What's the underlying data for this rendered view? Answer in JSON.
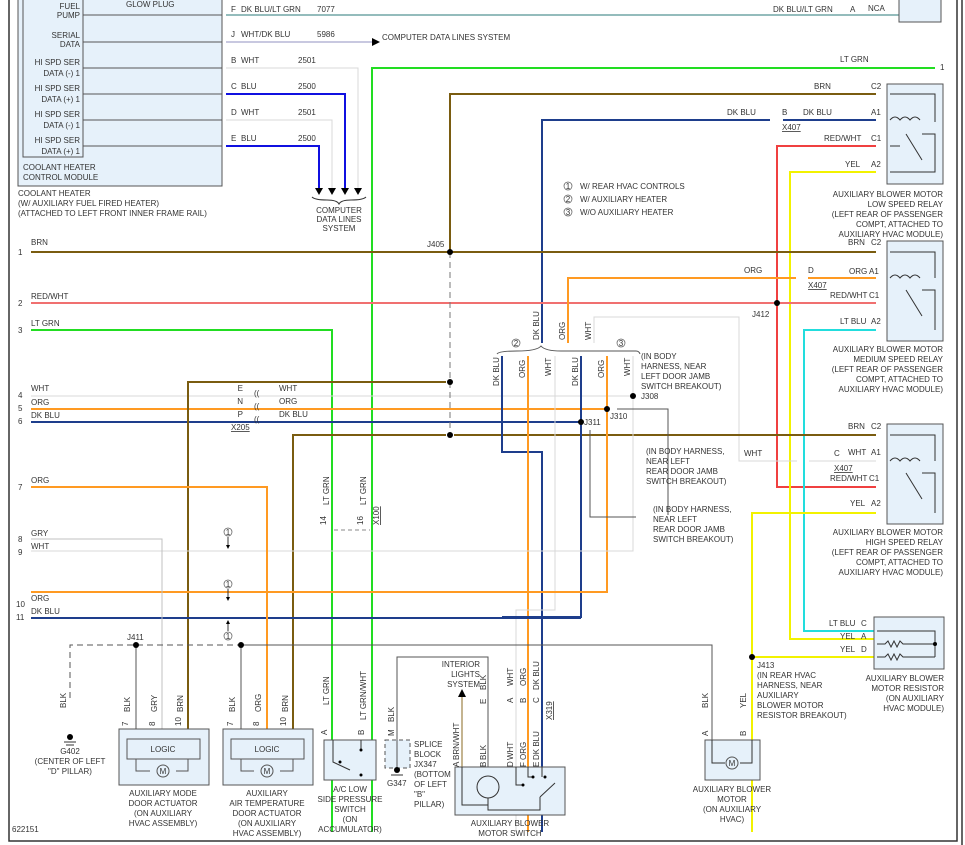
{
  "figure_id": "622151",
  "colors": {
    "brn": "#7a5c10",
    "red_wht": "#f07070",
    "red": "#e02020",
    "lt_grn": "#22dd22",
    "wht": "#d8d8d8",
    "org": "#ff9a22",
    "dk_blu": "#1e3e8c",
    "blu": "#1010e0",
    "gry": "#c0c0c0",
    "yel": "#f2f200",
    "lt_blu": "#22dddd",
    "blk": "#555555",
    "dk_blu_lt_grn": "#2a7a7a"
  },
  "coolant_heater": {
    "pins": [
      "FUEL",
      "PUMP",
      "SERIAL",
      "DATA",
      "HI SPD SER",
      "DATA (-) 1",
      "HI SPD SER",
      "DATA (+) 1",
      "HI SPD SER",
      "DATA (-) 1",
      "HI SPD SER",
      "DATA (+) 1"
    ],
    "glow_plug": "GLOW PLUG",
    "module_label": [
      "COOLANT HEATER",
      "CONTROL MODULE"
    ],
    "caption": [
      "COOLANT HEATER",
      "(W/ AUXILIARY FUEL FIRED HEATER)",
      "(ATTACHED TO LEFT FRONT INNER FRAME RAIL)"
    ],
    "circuits": [
      {
        "pin": "F",
        "color": "DK BLU/LT GRN",
        "circuit": "7077"
      },
      {
        "pin": "J",
        "color": "WHT/DK BLU",
        "circuit": "5986"
      },
      {
        "pin": "B",
        "color": "WHT",
        "circuit": "2501"
      },
      {
        "pin": "C",
        "color": "BLU",
        "circuit": "2500"
      },
      {
        "pin": "D",
        "color": "WHT",
        "circuit": "2501"
      },
      {
        "pin": "E",
        "color": "BLU",
        "circuit": "2500"
      }
    ],
    "computer_data_lines": "COMPUTER DATA LINES SYSTEM",
    "computer_data_lines_2": [
      "COMPUTER",
      "DATA LINES",
      "SYSTEM"
    ]
  },
  "top_right": {
    "wire": "DK BLU/LT GRN",
    "pin": "A",
    "nca": "NCA"
  },
  "legend": [
    {
      "num": "1",
      "text": "W/ REAR HVAC CONTROLS"
    },
    {
      "num": "2",
      "text": "W/ AUXILIARY HEATER"
    },
    {
      "num": "3",
      "text": "W/O AUXILIARY HEATER"
    }
  ],
  "left_wires": [
    {
      "num": "1",
      "color": "BRN"
    },
    {
      "num": "2",
      "color": "RED/WHT"
    },
    {
      "num": "3",
      "color": "LT GRN"
    },
    {
      "num": "4",
      "color": "WHT"
    },
    {
      "num": "5",
      "color": "ORG"
    },
    {
      "num": "6",
      "color": "DK BLU"
    },
    {
      "num": "7",
      "color": "ORG"
    },
    {
      "num": "8",
      "color": "GRY"
    },
    {
      "num": "9",
      "color": "WHT"
    },
    {
      "num": "10",
      "color": "ORG"
    },
    {
      "num": "11",
      "color": "DK BLU"
    }
  ],
  "right_ltgrn": {
    "color": "LT GRN",
    "num": "1"
  },
  "x205": {
    "id": "X205",
    "pins": [
      "E",
      "N",
      "P"
    ],
    "colors": [
      "WHT",
      "ORG",
      "DK BLU"
    ]
  },
  "splices": {
    "j405": "J405",
    "j412": "J412",
    "j308": "J308",
    "j310": "J310",
    "j311": "J311",
    "j411": "J411",
    "j413": "J413"
  },
  "vertical_labels": {
    "g2": [
      "DK BLU",
      "ORG",
      "WHT"
    ],
    "top": [
      "DK BLU",
      "ORG",
      "WHT"
    ],
    "g3": [
      "DK BLU",
      "ORG",
      "WHT"
    ]
  },
  "notes": {
    "door_jamb": [
      "(IN BODY",
      "HARNESS, NEAR",
      "LEFT DOOR JAMB",
      "SWITCH BREAKOUT)"
    ],
    "rear_jamb_1": [
      "(IN BODY HARNESS,",
      "NEAR LEFT",
      "REAR DOOR JAMB",
      "SWITCH BREAKOUT)"
    ],
    "rear_jamb_2": [
      "(IN BODY HARNESS,",
      "NEAR LEFT",
      "REAR DOOR JAMB",
      "SWITCH BREAKOUT)"
    ],
    "j413": [
      "(IN REAR HVAC",
      "HARNESS, NEAR",
      "AUXILIARY",
      "BLOWER MOTOR",
      "RESISTOR BREAKOUT)"
    ]
  },
  "relays": [
    {
      "name": [
        "AUXILIARY BLOWER MOTOR",
        "LOW SPEED RELAY",
        "(LEFT REAR OF PASSENGER",
        "COMPT, ATTACHED TO",
        "AUXILIARY HVAC MODULE)"
      ],
      "pins": [
        {
          "color": "BRN",
          "pin": "C2"
        },
        {
          "color": "DK BLU",
          "pin": "A1"
        },
        {
          "color": "RED/WHT",
          "pin": "C1"
        },
        {
          "color": "YEL",
          "pin": "A2"
        }
      ],
      "inline": {
        "color": "DK BLU",
        "pin": "B",
        "conn": "X407"
      }
    },
    {
      "name": [
        "AUXILIARY BLOWER MOTOR",
        "MEDIUM SPEED RELAY",
        "(LEFT REAR OF PASSENGER",
        "COMPT, ATTACHED TO",
        "AUXILIARY HVAC MODULE)"
      ],
      "pins": [
        {
          "color": "BRN",
          "pin": "C2"
        },
        {
          "color": "ORG",
          "pin": "A1"
        },
        {
          "color": "RED/WHT",
          "pin": "C1"
        },
        {
          "color": "LT BLU",
          "pin": "A2"
        }
      ],
      "inline": {
        "color": "ORG",
        "pin": "D",
        "conn": "X407"
      }
    },
    {
      "name": [
        "AUXILIARY BLOWER MOTOR",
        "HIGH SPEED RELAY",
        "(LEFT REAR OF PASSENGER",
        "COMPT, ATTACHED TO",
        "AUXILIARY HVAC MODULE)"
      ],
      "pins": [
        {
          "color": "BRN",
          "pin": "C2"
        },
        {
          "color": "WHT",
          "pin": "A1"
        },
        {
          "color": "RED/WHT",
          "pin": "C1"
        },
        {
          "color": "YEL",
          "pin": "A2"
        }
      ],
      "inline": {
        "color": "WHT",
        "pin": "C",
        "conn": "X407"
      }
    }
  ],
  "resistor": {
    "name": [
      "AUXILIARY BLOWER",
      "MOTOR RESISTOR",
      "(ON AUXILIARY",
      "HVAC MODULE)"
    ],
    "pins": [
      {
        "color": "LT BLU",
        "pin": "C"
      },
      {
        "color": "YEL",
        "pin": "A"
      },
      {
        "color": "YEL",
        "pin": "D"
      }
    ]
  },
  "x100": {
    "id": "X100",
    "pins": [
      "14",
      "16"
    ],
    "colors": [
      "LT GRN",
      "LT GRN"
    ]
  },
  "mode_actuator": {
    "name": [
      "AUXILIARY MODE",
      "DOOR ACTUATOR",
      "(ON AUXILIARY",
      "HVAC ASSEMBLY)"
    ],
    "logic": "LOGIC",
    "motor": "M",
    "pins": [
      {
        "pin": "7",
        "color": "BLK"
      },
      {
        "pin": "8",
        "color": "GRY"
      },
      {
        "pin": "10",
        "color": "BRN"
      }
    ]
  },
  "temp_actuator": {
    "name": [
      "AUXILIARY",
      "AIR TEMPERATURE",
      "DOOR ACTUATOR",
      "(ON AUXILIARY",
      "HVAC ASSEMBLY)"
    ],
    "logic": "LOGIC",
    "motor": "M",
    "pins": [
      {
        "pin": "7",
        "color": "BLK"
      },
      {
        "pin": "8",
        "color": "ORG"
      },
      {
        "pin": "10",
        "color": "BRN"
      }
    ]
  },
  "ground_g402": {
    "id": "G402",
    "wire": "BLK",
    "loc": [
      "(CENTER OF LEFT",
      "\"D\" PILLAR)"
    ]
  },
  "ac_switch": {
    "name": [
      "A/C LOW",
      "SIDE PRESSURE",
      "SWITCH",
      "(ON",
      "ACCUMULATOR)"
    ],
    "pins": [
      {
        "pin": "A",
        "color": "LT GRN"
      },
      {
        "pin": "B",
        "color": "LT GRN/WHT"
      }
    ]
  },
  "splice_block": {
    "pin": "M",
    "wire": "BLK",
    "ground": "G347",
    "text": [
      "SPLICE",
      "BLOCK",
      "JX347",
      "(BOTTOM",
      "OF LEFT",
      "\"B\"",
      "PILLAR)"
    ]
  },
  "interior_lights": [
    "INTERIOR",
    "LIGHTS",
    "SYSTEM"
  ],
  "x319": {
    "id": "X319",
    "pins": [
      {
        "pin": "E",
        "color": "BLK"
      },
      {
        "pin": "A",
        "color": "WHT"
      },
      {
        "pin": "B",
        "color": "ORG"
      },
      {
        "pin": "C",
        "color": "DK BLU"
      }
    ]
  },
  "blower_switch": {
    "name": [
      "AUXILIARY BLOWER",
      "MOTOR SWITCH"
    ],
    "pins": [
      {
        "pin": "A",
        "color": "BRN/WHT"
      },
      {
        "pin": "B",
        "color": "BLK"
      },
      {
        "pin": "D",
        "color": "WHT"
      },
      {
        "pin": "F",
        "color": "ORG"
      },
      {
        "pin": "E",
        "color": "DK BLU"
      }
    ]
  },
  "blower_motor": {
    "name": [
      "AUXILIARY BLOWER",
      "MOTOR",
      "(ON AUXILIARY",
      "HVAC)"
    ],
    "pins": [
      {
        "pin": "A",
        "color": "BLK"
      },
      {
        "pin": "B",
        "color": "YEL"
      }
    ],
    "motor": "M"
  }
}
